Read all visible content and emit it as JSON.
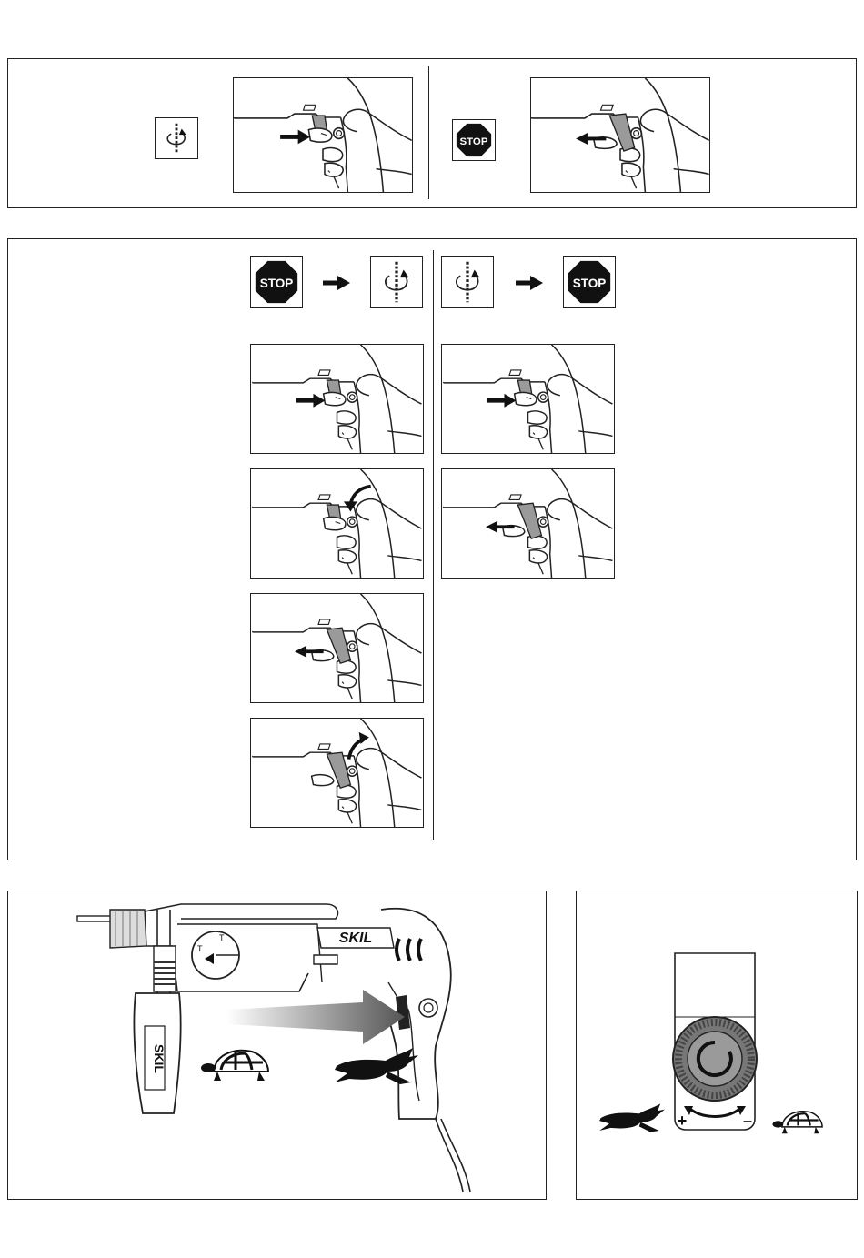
{
  "icons": {
    "stop_label": "STOP",
    "rotation": "rotation-drill-icon",
    "stop": "stop-sign-icon",
    "arrow": "arrow-right-icon",
    "hare": "hare-icon",
    "tortoise": "tortoise-icon"
  },
  "drill": {
    "brand": "SKIL",
    "handle_brand": "SKIL",
    "mode_mark_1": "T",
    "mode_mark_2": "T"
  },
  "dial": {
    "plus": "+",
    "minus": "–"
  },
  "colors": {
    "line": "#222222",
    "fill_gray": "#9a9a9a",
    "black": "#111111"
  }
}
